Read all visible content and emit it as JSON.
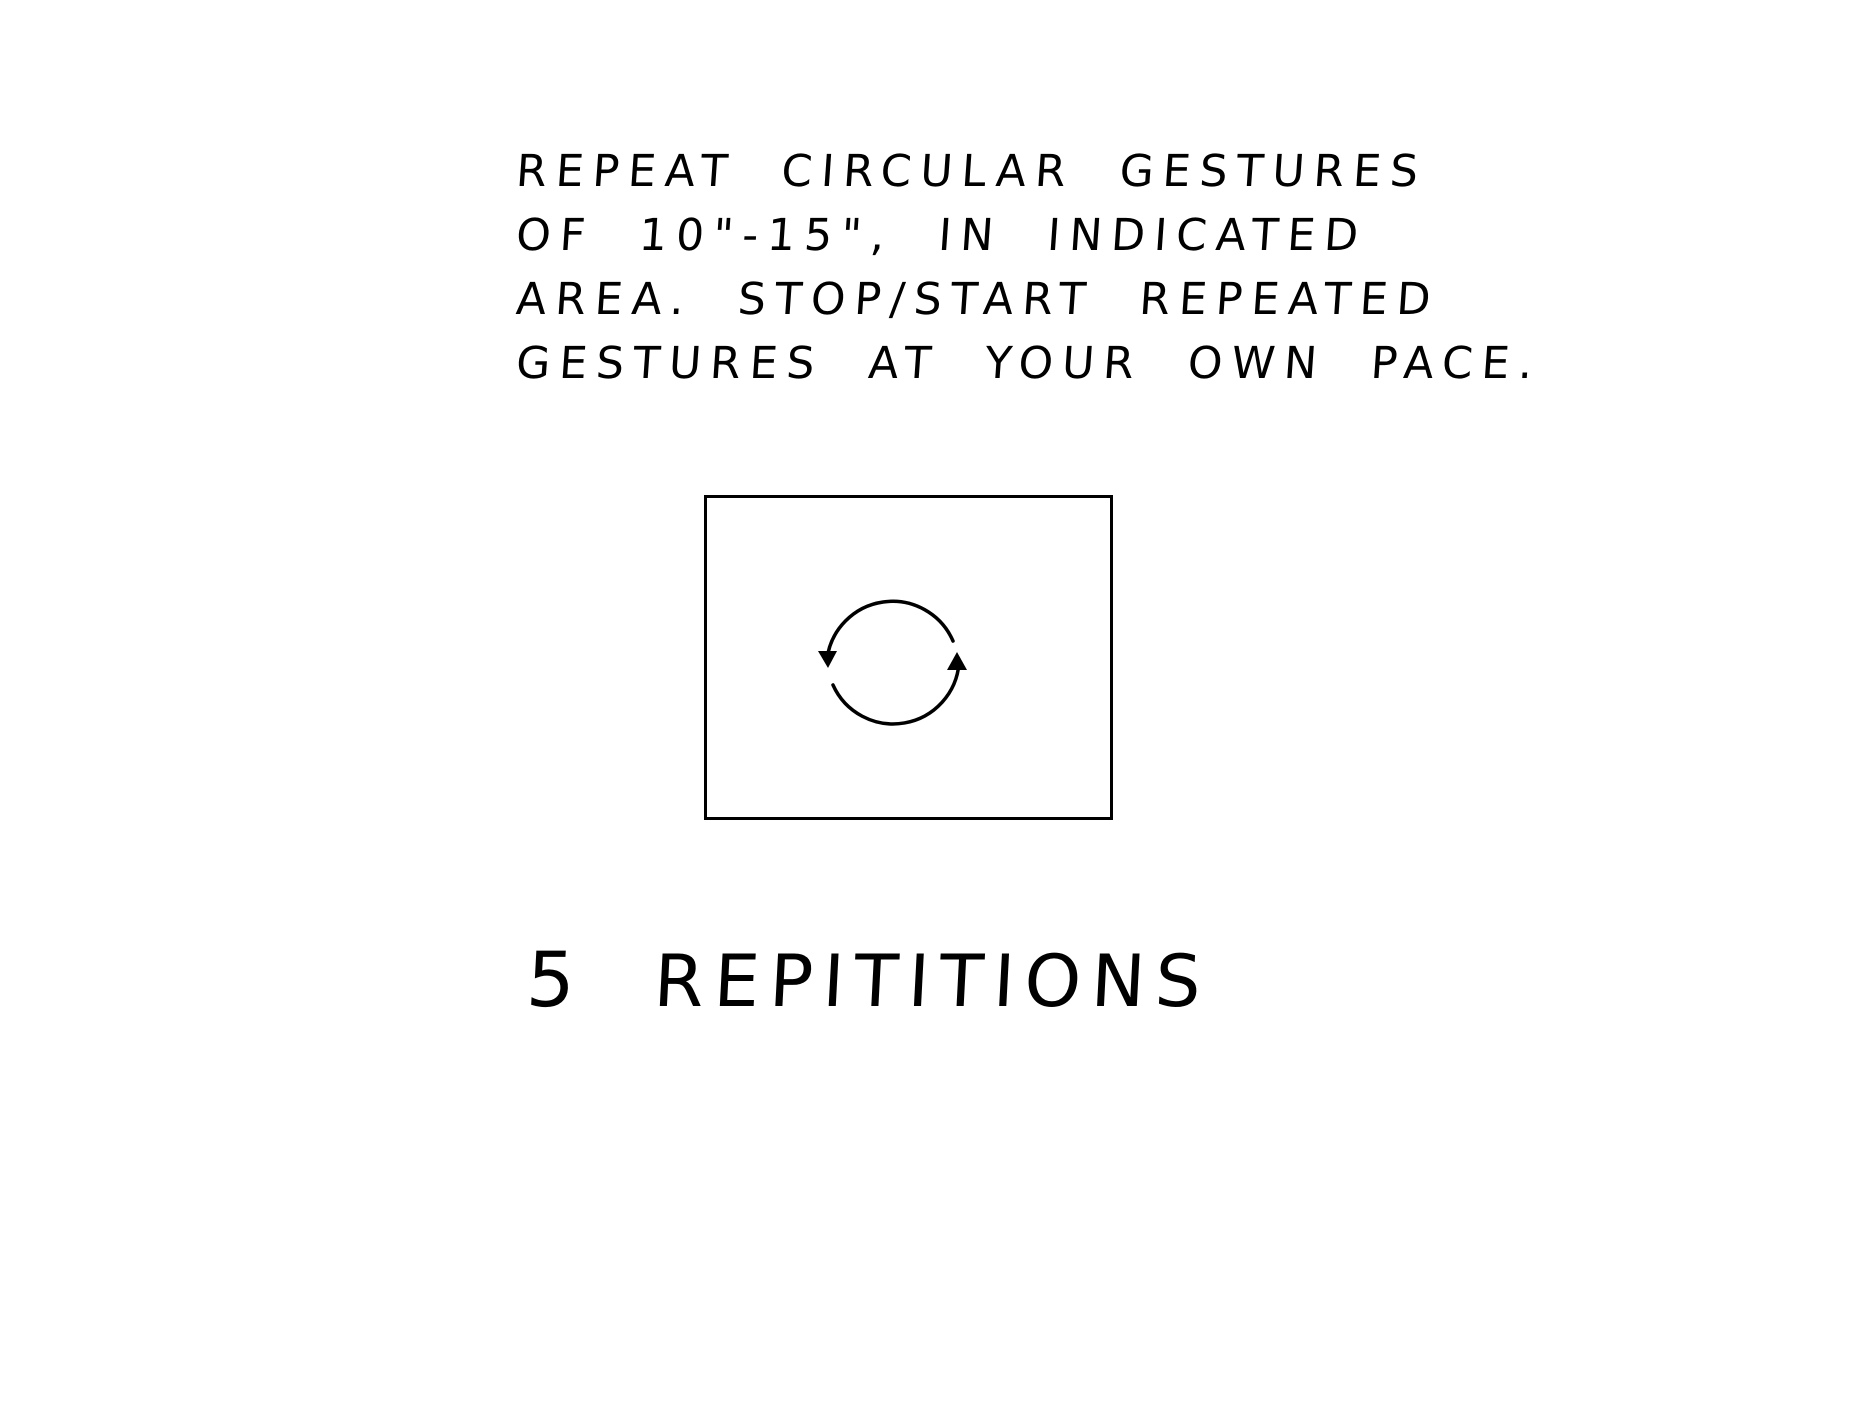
{
  "instructions": {
    "lines": [
      "REPEAT CIRCULAR GESTURES",
      "OF 10\"-15\", IN INDICATED",
      "AREA. STOP/START REPEATED",
      "GESTURES AT YOUR OWN PACE."
    ]
  },
  "gesture_area": {
    "icon": "circular-arrows-icon"
  },
  "repetitions": {
    "count": "5",
    "label": "REPITITIONS"
  },
  "colors": {
    "ink": "#000000",
    "background": "#ffffff"
  }
}
